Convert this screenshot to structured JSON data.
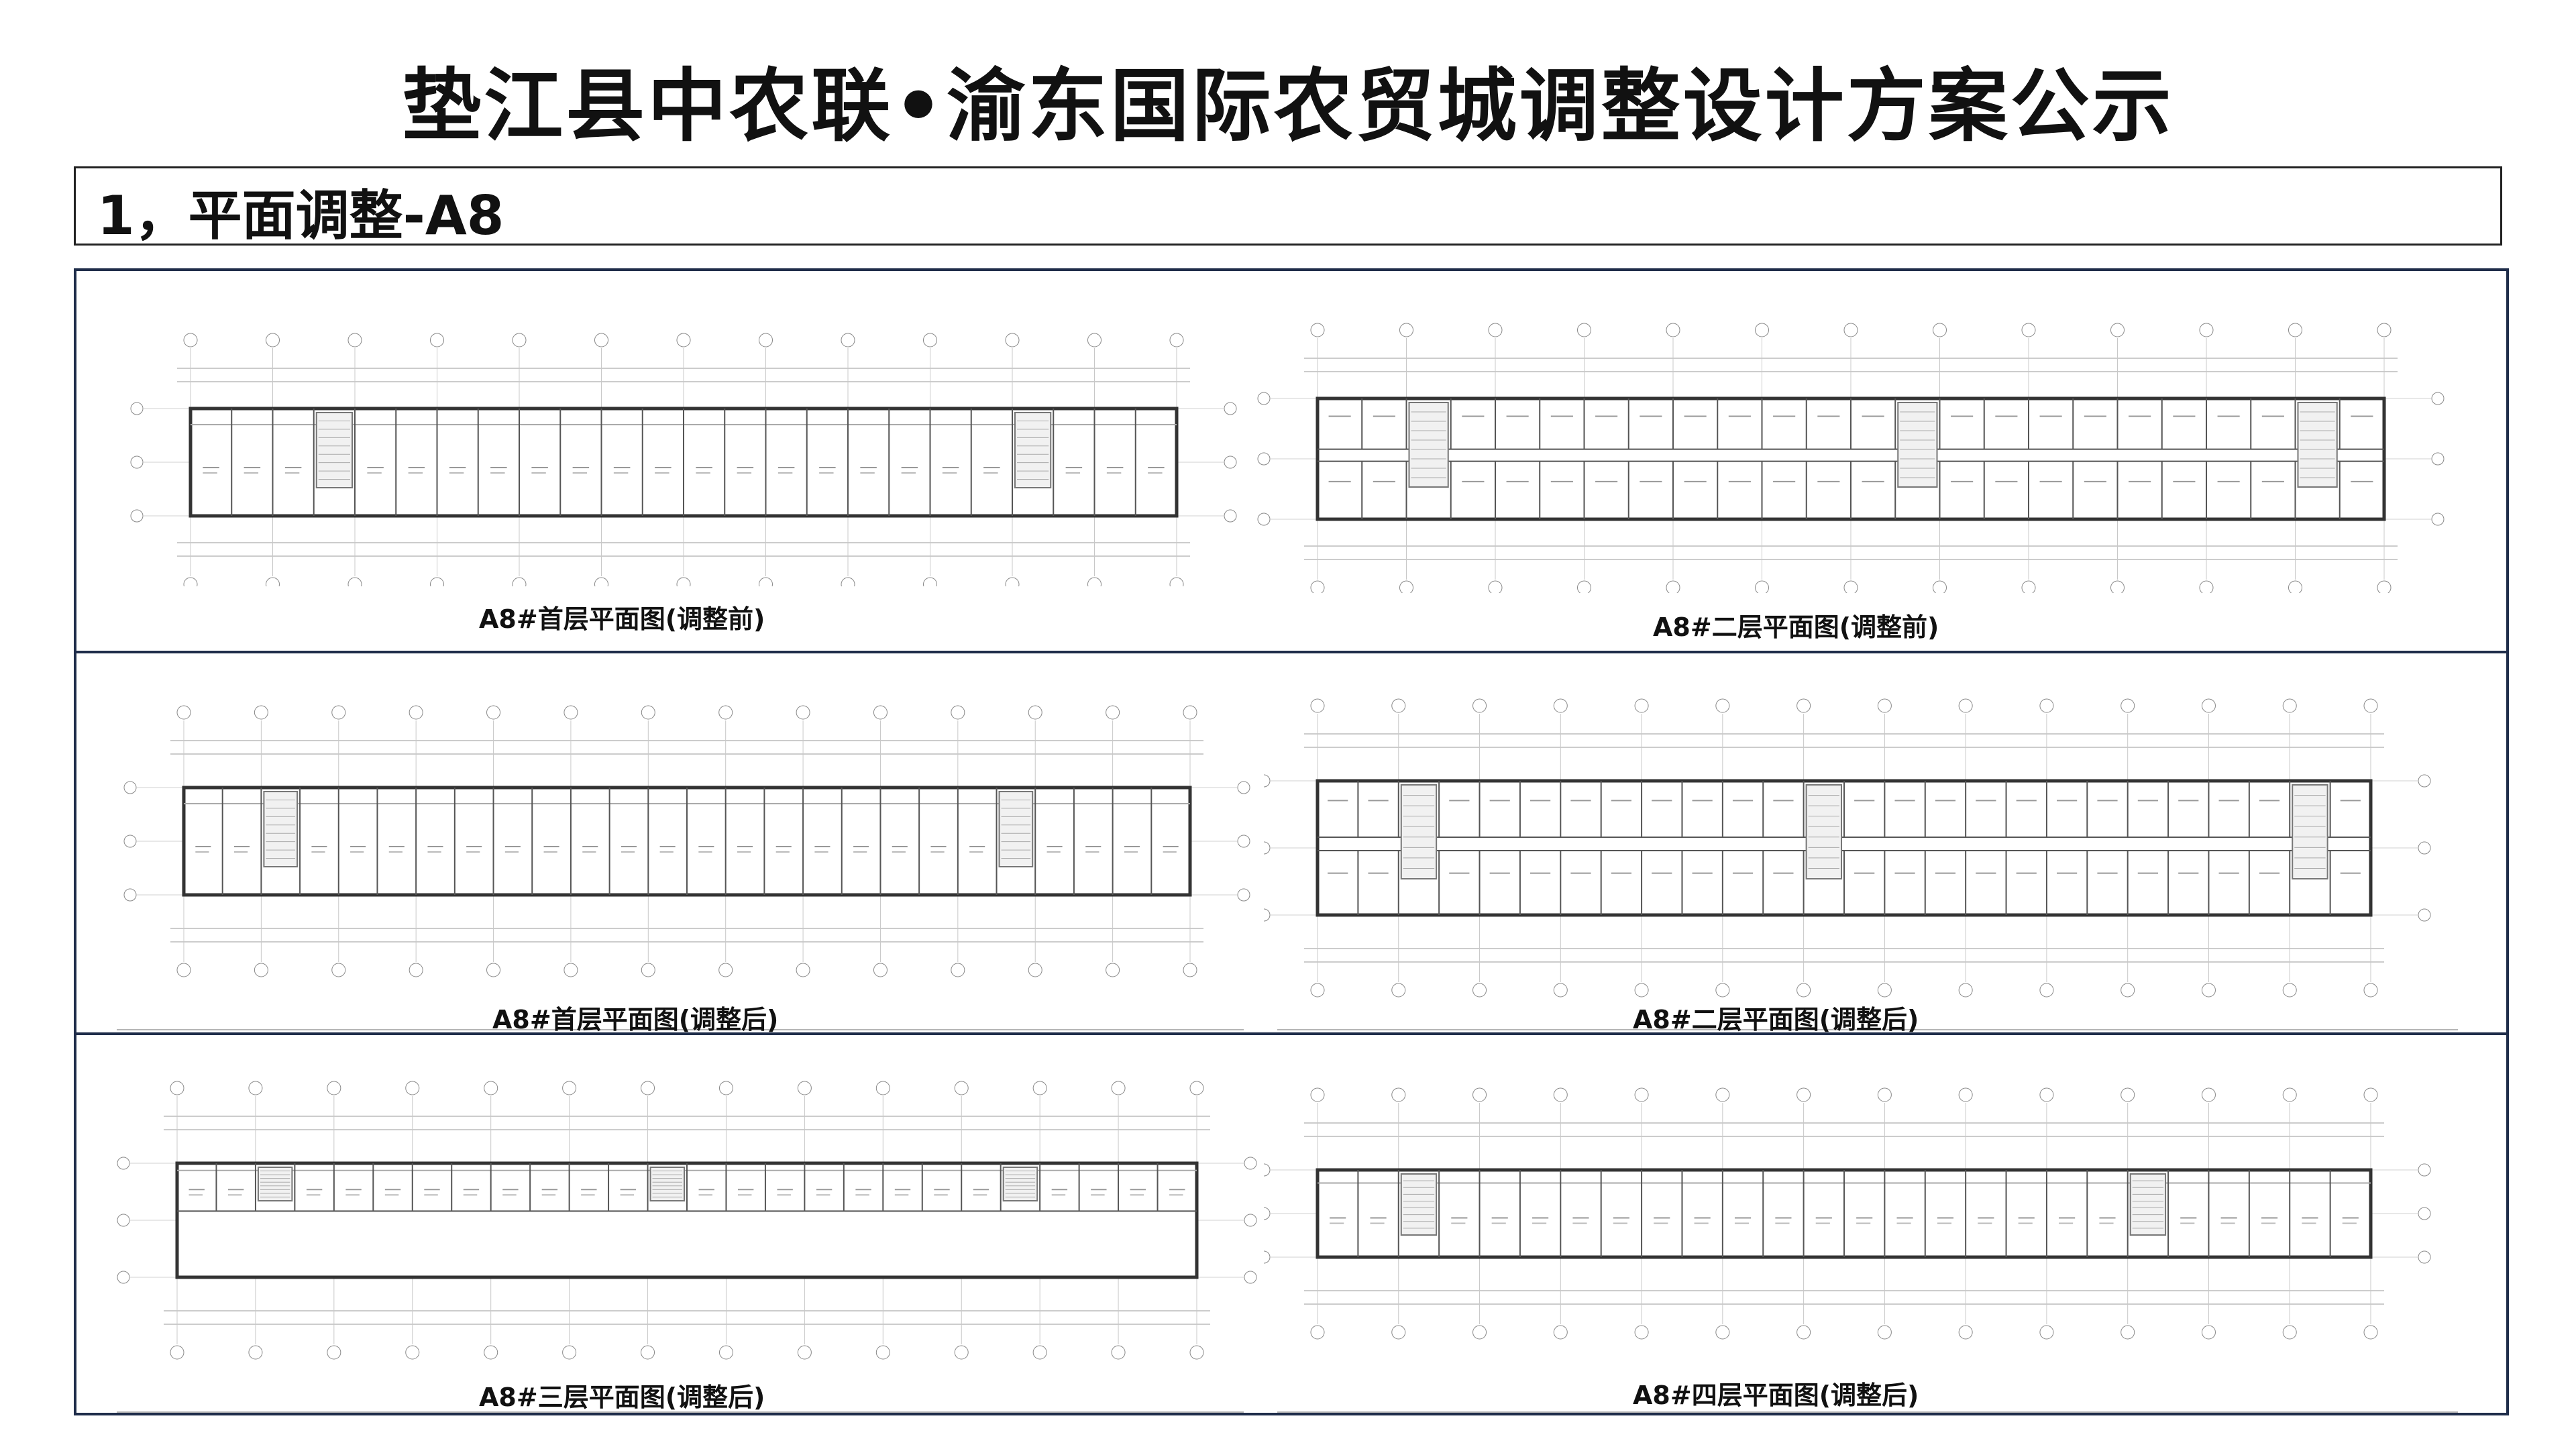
{
  "header": {
    "title": "垫江县中农联•渝东国际农贸城调整设计方案公示",
    "section": "1，平面调整-A8"
  },
  "plans": [
    {
      "caption": "A8#首层平面图(调整前)",
      "bays": 24,
      "rows": 1
    },
    {
      "caption": "A8#二层平面图(调整前)",
      "bays": 24,
      "rows": 2
    },
    {
      "caption": "A8#首层平面图(调整后)",
      "bays": 26,
      "rows": 1
    },
    {
      "caption": "A8#二层平面图(调整后)",
      "bays": 26,
      "rows": 2
    },
    {
      "caption": "A8#三层平面图(调整后)",
      "bays": 26,
      "rows": 1
    },
    {
      "caption": "A8#四层平面图(调整后)",
      "bays": 26,
      "rows": 1
    }
  ]
}
